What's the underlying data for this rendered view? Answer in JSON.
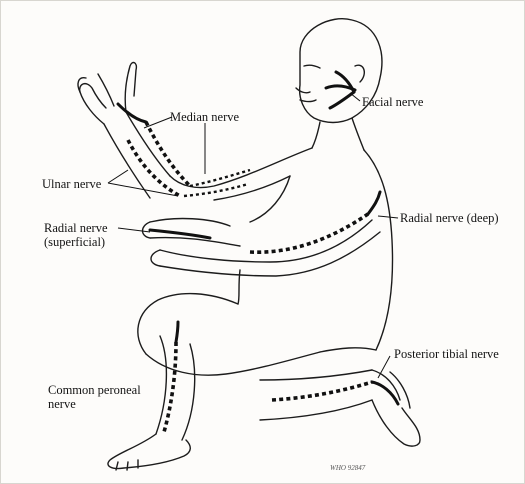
{
  "labels": {
    "median_nerve": "Median nerve",
    "facial_nerve": "Facial nerve",
    "ulnar_nerve": "Ulnar nerve",
    "radial_superficial": "Radial nerve (superficial)",
    "radial_deep": "Radial nerve (deep)",
    "posterior_tibial": "Posterior tibial nerve",
    "common_peroneal": "Common peroneal nerve",
    "figure_code": "WHO 92847"
  },
  "colors": {
    "line": "#1c1c1c",
    "nerve": "#111111",
    "paper": "#fdfcfa"
  }
}
